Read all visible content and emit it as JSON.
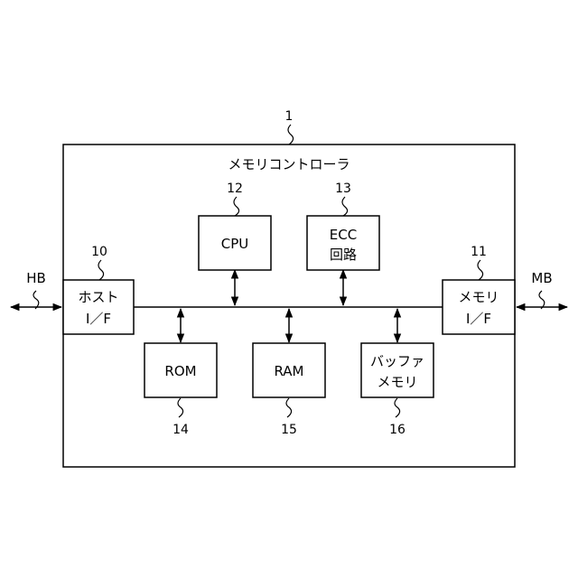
{
  "controller": {
    "ref": "1",
    "title": "メモリコントローラ"
  },
  "blocks": {
    "host_if": {
      "ref": "10",
      "line1": "ホスト",
      "line2": "I／F"
    },
    "memory_if": {
      "ref": "11",
      "line1": "メモリ",
      "line2": "I／F"
    },
    "cpu": {
      "ref": "12",
      "label": "CPU"
    },
    "ecc": {
      "ref": "13",
      "line1": "ECC",
      "line2": "回路"
    },
    "rom": {
      "ref": "14",
      "label": "ROM"
    },
    "ram": {
      "ref": "15",
      "label": "RAM"
    },
    "buffer": {
      "ref": "16",
      "line1": "バッファ",
      "line2": "メモリ"
    }
  },
  "external": {
    "host_bus": "HB",
    "memory_bus": "MB"
  }
}
